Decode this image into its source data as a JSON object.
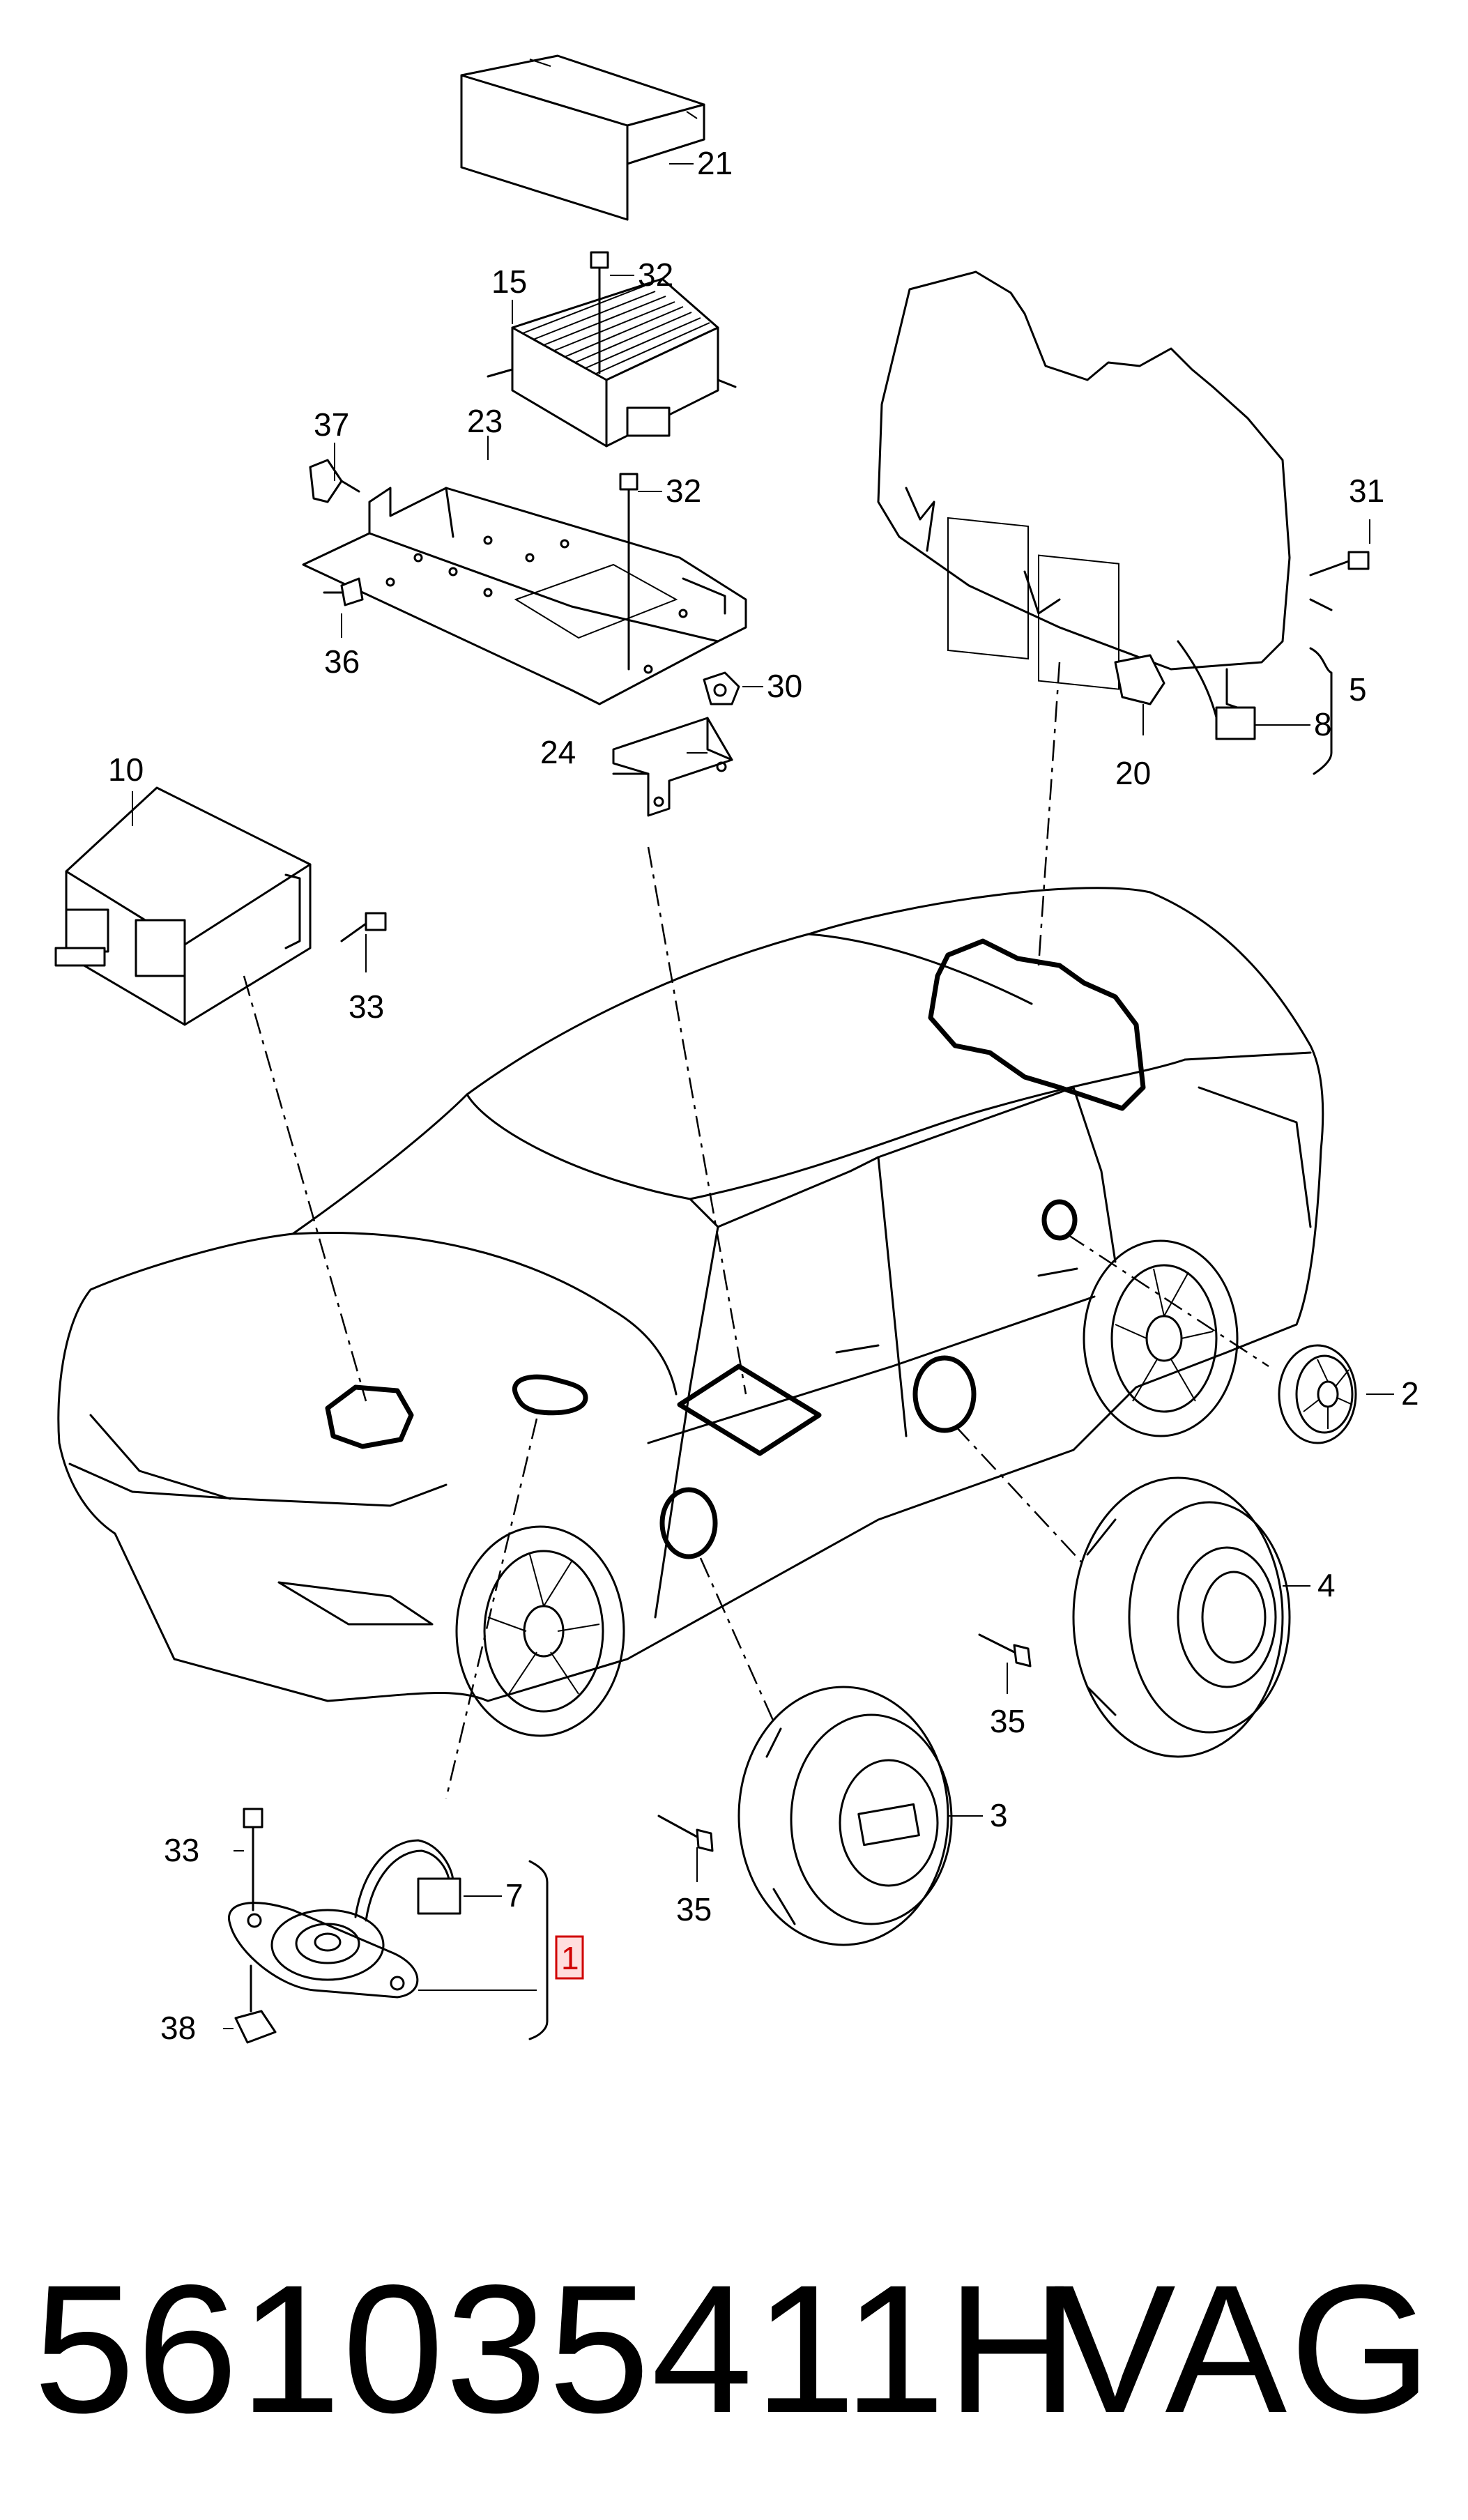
{
  "callouts": {
    "c1": "1",
    "c2": "2",
    "c3": "3",
    "c4": "4",
    "c5": "5",
    "c7": "7",
    "c8": "8",
    "c10": "10",
    "c15": "15",
    "c20": "20",
    "c21": "21",
    "c23": "23",
    "c24": "24",
    "c30": "30",
    "c31": "31",
    "c32a": "32",
    "c32b": "32",
    "c33a": "33",
    "c33b": "33",
    "c35a": "35",
    "c35b": "35",
    "c36": "36",
    "c37": "37",
    "c38": "38"
  },
  "footer": {
    "part_number": "561035411H",
    "brand": "VAG"
  }
}
